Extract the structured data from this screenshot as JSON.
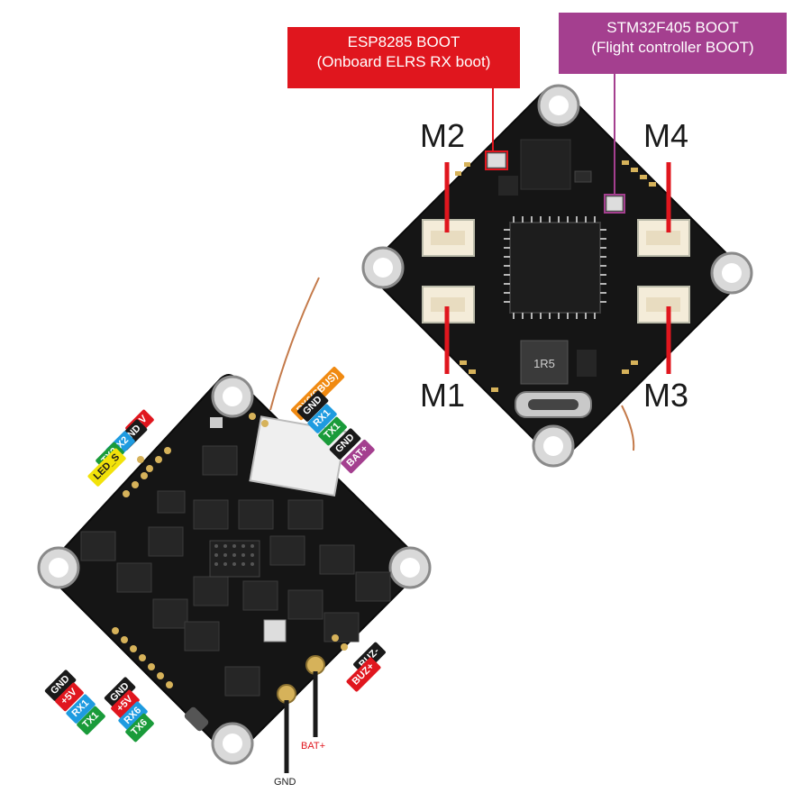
{
  "callouts": {
    "esp": {
      "line1": "ESP8285 BOOT",
      "line2": "(Onboard ELRS RX boot)",
      "color": "#e0161e"
    },
    "stm": {
      "line1": "STM32F405 BOOT",
      "line2": "(Flight controller BOOT)",
      "color": "#a43f8f"
    }
  },
  "motors": {
    "m1": "M1",
    "m2": "M2",
    "m3": "M3",
    "m4": "M4"
  },
  "chips": {
    "inductor": "1R5"
  },
  "pads": {
    "top_left": [
      {
        "label": "+5V",
        "color": "#e0161e"
      },
      {
        "label": "GND",
        "color": "#1a1a1a"
      },
      {
        "label": "RX2",
        "color": "#1e9be0"
      },
      {
        "label": "TX2",
        "color": "#1a9b3a"
      },
      {
        "label": "LED_S",
        "color": "#f2e20a"
      }
    ],
    "top_right": [
      {
        "label": "RX6(SBUS)",
        "color": "#f08a12"
      },
      {
        "label": "GND",
        "color": "#1a1a1a"
      },
      {
        "label": "RX1",
        "color": "#1e9be0"
      },
      {
        "label": "TX1",
        "color": "#1a9b3a"
      },
      {
        "label": "GND",
        "color": "#1a1a1a"
      },
      {
        "label": "BAT+",
        "color": "#a43f8f"
      }
    ],
    "bottom_left_a": [
      {
        "label": "GND",
        "color": "#1a1a1a"
      },
      {
        "label": "+5V",
        "color": "#e0161e"
      },
      {
        "label": "RX1",
        "color": "#1e9be0"
      },
      {
        "label": "TX1",
        "color": "#1a9b3a"
      }
    ],
    "bottom_left_b": [
      {
        "label": "GND",
        "color": "#1a1a1a"
      },
      {
        "label": "+5V",
        "color": "#e0161e"
      },
      {
        "label": "RX6",
        "color": "#1e9be0"
      },
      {
        "label": "TX6",
        "color": "#1a9b3a"
      }
    ],
    "buzzer": [
      {
        "label": "BUZ-",
        "color": "#1a1a1a"
      },
      {
        "label": "BUZ+",
        "color": "#e0161e"
      }
    ],
    "power": {
      "bat_label": "BAT+",
      "gnd_label": "GND",
      "bat_color": "#e0161e"
    }
  }
}
